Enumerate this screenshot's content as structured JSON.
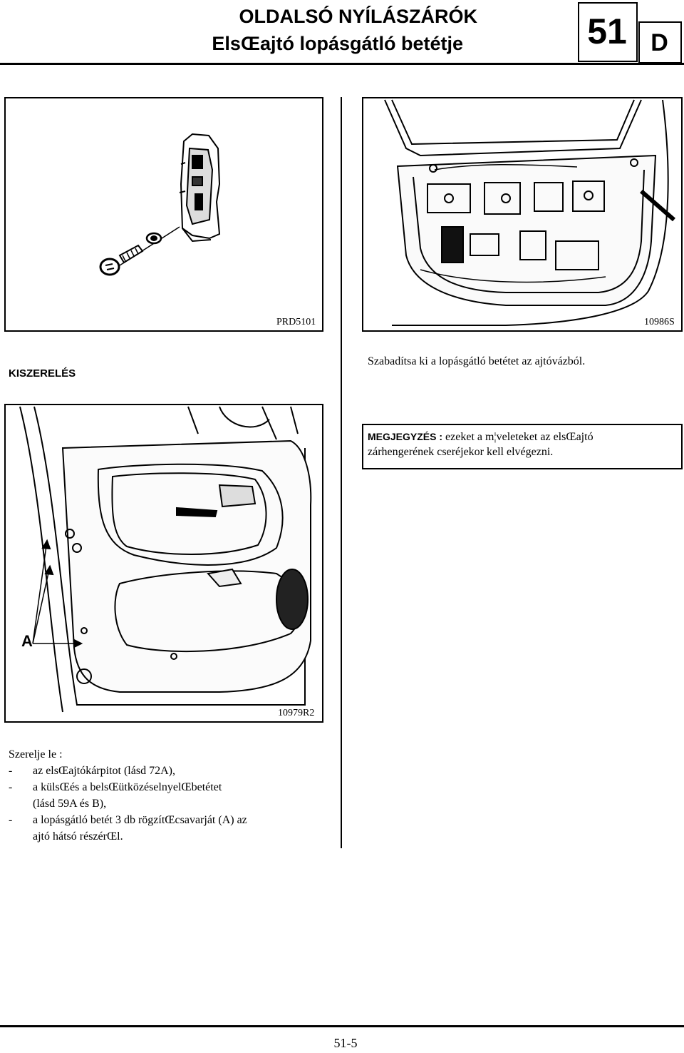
{
  "header": {
    "title_line1": "OLDALSÓ NYÍLÁSZÁRÓK",
    "title_line2": "ElsŒajtó lopásgátló betétje",
    "section_number": "51",
    "section_letter": "D"
  },
  "figures": {
    "fig1_label": "PRD5101",
    "fig2_label": "10986S",
    "fig3_label": "10979R2",
    "fig3_callout": "A"
  },
  "section_heading": "KISZERELÉS",
  "instruction": "Szabadítsa ki a lopásgátló betétet az ajtóvázból.",
  "note": {
    "label": "MEGJEGYZÉS :",
    "text_line1": " ezeket a m¦veleteket az elsŒajtó",
    "text_line2": "zárhengerének cseréjekor kell elvégezni."
  },
  "steps": {
    "intro": "Szerelje le :",
    "items": [
      {
        "dash": "-",
        "line1": "az elsŒajtókárpitot (lásd 72A),"
      },
      {
        "dash": "-",
        "line1": "a külsŒés a belsŒütközéselnyelŒbetétet",
        "line2": "(lásd 59A és B),"
      },
      {
        "dash": "-",
        "line1": "a lopásgátló betét 3 db rögzítŒcsavarját (A) az",
        "line2": "ajtó hátsó részérŒl."
      }
    ]
  },
  "footer": {
    "page_number": "51-5"
  }
}
